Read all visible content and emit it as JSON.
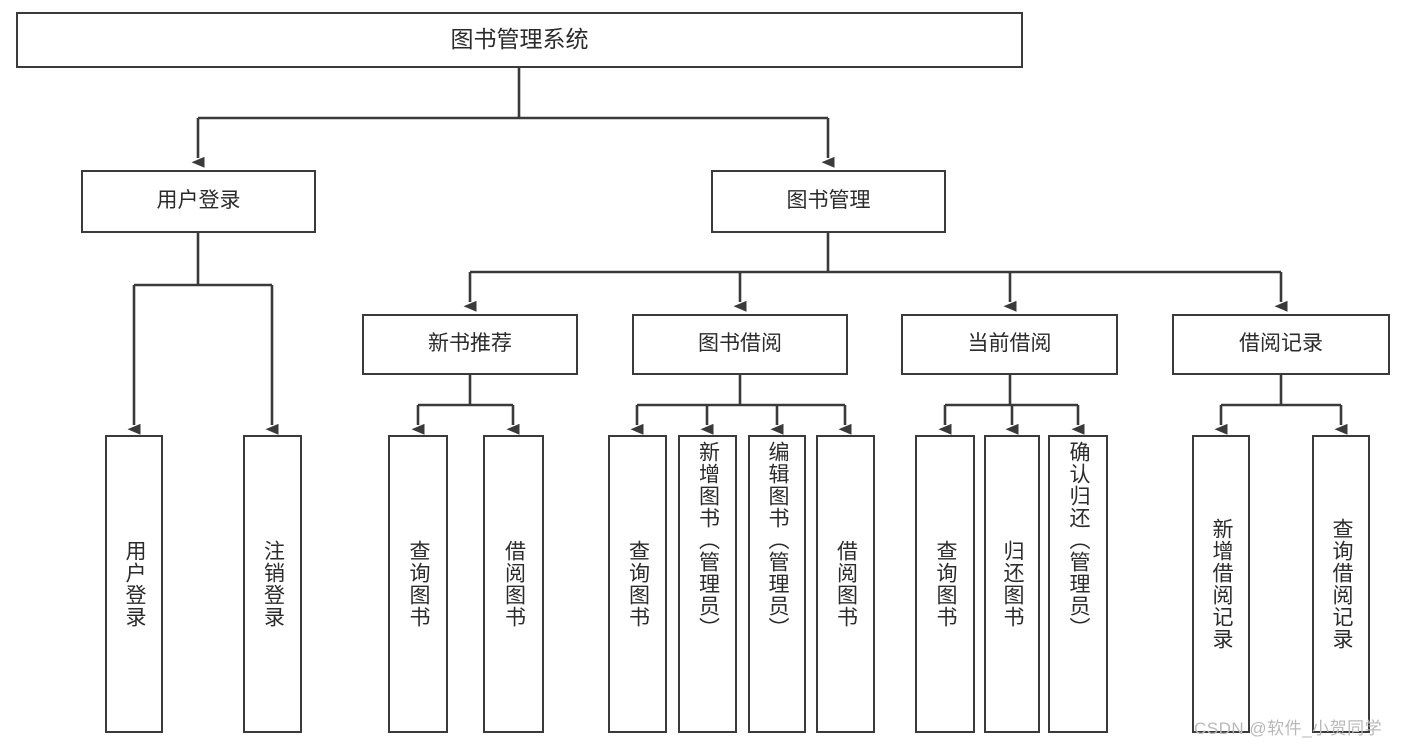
{
  "diagram": {
    "type": "hierarchy-tree",
    "title": "图书管理系统",
    "root": {
      "label": "图书管理系统"
    },
    "level2": [
      {
        "label": "用户登录"
      },
      {
        "label": "图书管理"
      }
    ],
    "level3": [
      {
        "label": "新书推荐"
      },
      {
        "label": "图书借阅"
      },
      {
        "label": "当前借阅"
      },
      {
        "label": "借阅记录"
      }
    ],
    "leaves": [
      {
        "label": "用户登录",
        "parent": "用户登录"
      },
      {
        "label": "注销登录",
        "parent": "用户登录"
      },
      {
        "label": "查询图书",
        "parent": "新书推荐"
      },
      {
        "label": "借阅图书",
        "parent": "新书推荐"
      },
      {
        "label": "查询图书",
        "parent": "图书借阅"
      },
      {
        "label": "新增图书（管理员）",
        "parent": "图书借阅"
      },
      {
        "label": "编辑图书（管理员）",
        "parent": "图书借阅"
      },
      {
        "label": "借阅图书",
        "parent": "图书借阅"
      },
      {
        "label": "查询图书",
        "parent": "当前借阅"
      },
      {
        "label": "归还图书",
        "parent": "当前借阅"
      },
      {
        "label": "确认归还（管理员）",
        "parent": "当前借阅"
      },
      {
        "label": "新增借阅记录",
        "parent": "借阅记录"
      },
      {
        "label": "查询借阅记录",
        "parent": "借阅记录"
      }
    ]
  },
  "watermark": {
    "text": "CSDN @软件_小贺同学"
  },
  "colors": {
    "stroke": "#3a3a3a",
    "box_fill": "#ffffff",
    "text": "#2b2b2b",
    "watermark": "#b9b9b9",
    "background": "#ffffff"
  }
}
